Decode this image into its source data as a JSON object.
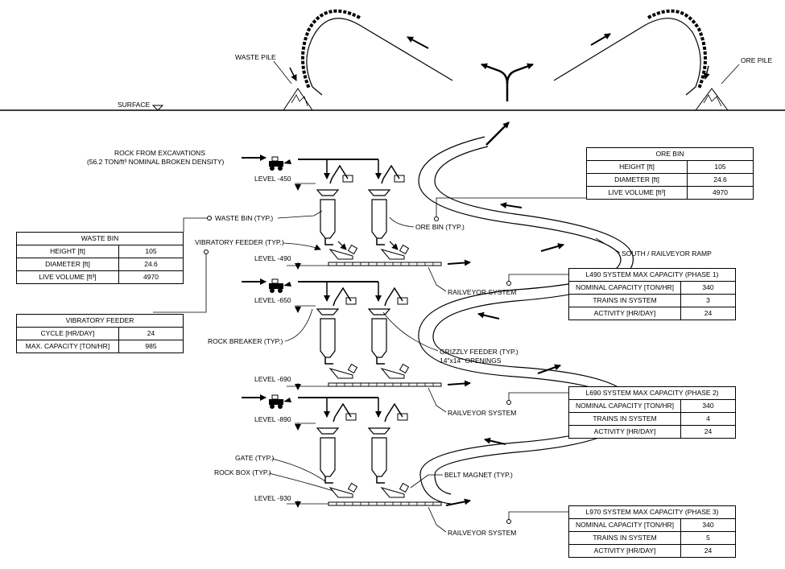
{
  "labels": {
    "waste_pile": "WASTE PILE",
    "ore_pile": "ORE PILE",
    "surface": "SURFACE",
    "rock_from_excavations_1": "ROCK FROM EXCAVATIONS",
    "rock_from_excavations_2": "(56.2 TON/ft³ NOMINAL BROKEN DENSITY)",
    "waste_bin_typ": "WASTE BIN (TYP.)",
    "ore_bin_typ": "ORE BIN (TYP.)",
    "vibratory_feeder_typ": "VIBRATORY FEEDER (TYP.)",
    "south_railveyor_ramp": "SOUTH / RAILVEYOR RAMP",
    "railveyor_system": "RAILVEYOR SYSTEM",
    "rock_breaker_typ": "ROCK BREAKER (TYP.)",
    "grizzly_feeder_1": "GRIZZLY FEEDER (TYP.)",
    "grizzly_feeder_2": "14\"x14\" OPENINGS",
    "gate_typ": "GATE (TYP.)",
    "rock_box_typ": "ROCK BOX (TYP.)",
    "belt_magnet_typ": "BELT MAGNET (TYP.)"
  },
  "levels": [
    "LEVEL -450",
    "LEVEL -490",
    "LEVEL -650",
    "LEVEL -690",
    "LEVEL -890",
    "LEVEL -930"
  ],
  "ore_bin": {
    "title": "ORE BIN",
    "rows": [
      {
        "label": "HEIGHT [ft]",
        "value": "105"
      },
      {
        "label": "DIAMETER [ft]",
        "value": "24.6"
      },
      {
        "label": "LIVE VOLUME [ft³]",
        "value": "4970"
      }
    ]
  },
  "waste_bin": {
    "title": "WASTE BIN",
    "rows": [
      {
        "label": "HEIGHT [ft]",
        "value": "105"
      },
      {
        "label": "DIAMETER [ft]",
        "value": "24.6"
      },
      {
        "label": "LIVE VOLUME [ft³]",
        "value": "4970"
      }
    ]
  },
  "vibratory_feeder": {
    "title": "VIBRATORY FEEDER",
    "rows": [
      {
        "label": "CYCLE [HR/DAY]",
        "value": "24"
      },
      {
        "label": "MAX. CAPACITY [TON/HR]",
        "value": "985"
      }
    ]
  },
  "l490": {
    "title": "L490 SYSTEM MAX CAPACITY (PHASE 1)",
    "rows": [
      {
        "label": "NOMINAL CAPACITY [TON/HR]",
        "value": "340"
      },
      {
        "label": "TRAINS IN SYSTEM",
        "value": "3"
      },
      {
        "label": "ACTIVITY [HR/DAY]",
        "value": "24"
      }
    ]
  },
  "l690": {
    "title": "L690 SYSTEM MAX CAPACITY (PHASE 2)",
    "rows": [
      {
        "label": "NOMINAL CAPACITY [TON/HR]",
        "value": "340"
      },
      {
        "label": "TRAINS IN SYSTEM",
        "value": "4"
      },
      {
        "label": "ACTIVITY [HR/DAY]",
        "value": "24"
      }
    ]
  },
  "l970": {
    "title": "L970 SYSTEM MAX CAPACITY (PHASE 3)",
    "rows": [
      {
        "label": "NOMINAL CAPACITY [TON/HR]",
        "value": "340"
      },
      {
        "label": "TRAINS IN SYSTEM",
        "value": "5"
      },
      {
        "label": "ACTIVITY [HR/DAY]",
        "value": "24"
      }
    ]
  }
}
